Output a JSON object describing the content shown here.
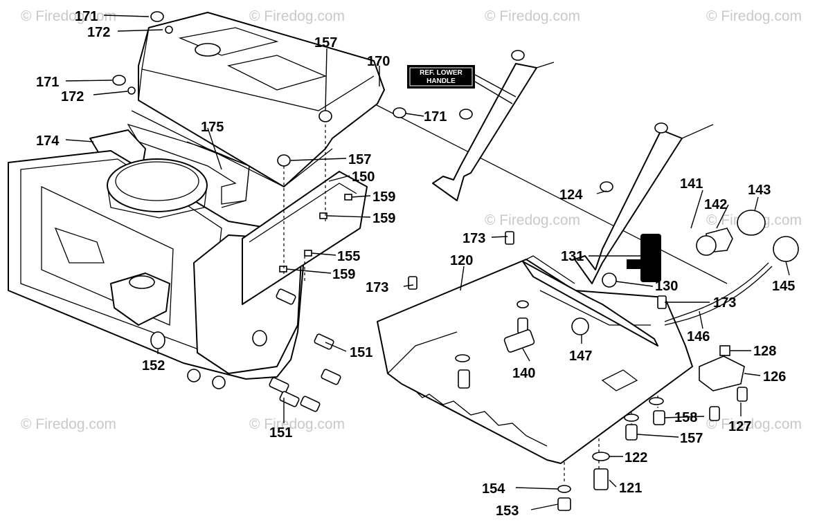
{
  "watermark": "© Firedog.com",
  "ref_label": {
    "line1": "REF. LOWER",
    "line2": "HANDLE"
  },
  "callouts": [
    "171",
    "172",
    "171",
    "172",
    "157",
    "170",
    "171",
    "174",
    "175",
    "157",
    "150",
    "159",
    "159",
    "155",
    "159",
    "173",
    "120",
    "124",
    "141",
    "142",
    "143",
    "131",
    "130",
    "145",
    "173",
    "173",
    "146",
    "151",
    "152",
    "151",
    "147",
    "140",
    "128",
    "126",
    "127",
    "158",
    "157",
    "122",
    "121",
    "154",
    "153"
  ]
}
